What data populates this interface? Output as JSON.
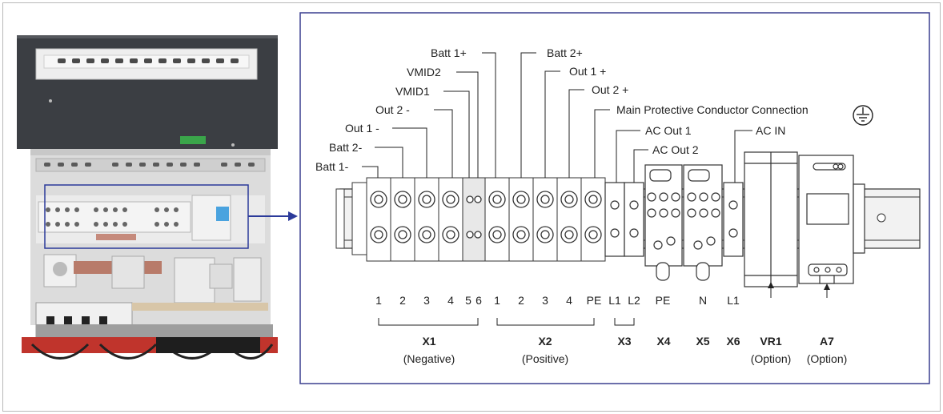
{
  "colors": {
    "frame_border": "#3a3f8f",
    "cabinet_dark": "#3b3e43",
    "cabinet_light": "#d9d9d9",
    "highlight_box": "#2b3a9a",
    "arrow": "#2b3a9a",
    "base_red": "#c0342c"
  },
  "icons": {
    "ground": "protective-earth-icon",
    "arrow": "right-arrow-icon"
  },
  "callouts": {
    "batt1_minus": "Batt 1-",
    "batt2_minus": "Batt 2-",
    "out1_minus": "Out 1 -",
    "out2_minus": "Out 2 -",
    "vmid1": "VMID1",
    "vmid2": "VMID2",
    "batt1_plus": "Batt 1+",
    "batt2_plus": "Batt 2+",
    "out1_plus": "Out 1 +",
    "out2_plus": "Out 2 +",
    "main_pe": "Main Protective Conductor Connection",
    "ac_out1": "AC Out 1",
    "ac_out2": "AC Out 2",
    "ac_in": "AC IN"
  },
  "terminal_numbers": {
    "x1": [
      "1",
      "2",
      "3",
      "4",
      "5",
      "6"
    ],
    "x2": [
      "1",
      "2",
      "3",
      "4",
      "PE"
    ],
    "x3": [
      "L1",
      "L2"
    ],
    "x4": "PE",
    "x5": "N",
    "x6": "L1"
  },
  "groups": {
    "x1": {
      "name": "X1",
      "desc": "(Negative)"
    },
    "x2": {
      "name": "X2",
      "desc": "(Positive)"
    },
    "x3": {
      "name": "X3"
    },
    "x4": {
      "name": "X4"
    },
    "x5": {
      "name": "X5"
    },
    "x6": {
      "name": "X6"
    },
    "vr1": {
      "name": "VR1",
      "desc": "(Option)"
    },
    "a7": {
      "name": "A7",
      "desc": "(Option)"
    }
  }
}
